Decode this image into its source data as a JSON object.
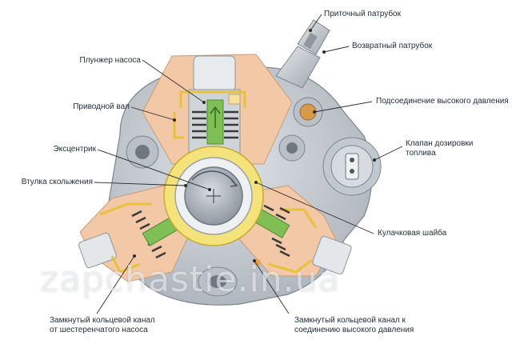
{
  "labels": {
    "inlet_fitting": "Приточный патрубок",
    "return_fitting": "Возвратный патрубок",
    "pump_plunger": "Плунжер насоса",
    "drive_shaft": "Приводной вал",
    "hp_connection": "Подсоединение высокого давления",
    "eccentric": "Эксцентрик",
    "metering_valve_line1": "Клапан дозировки",
    "metering_valve_line2": "топлива",
    "slide_bushing": "Втулка скольжения",
    "cam_washer": "Кулачковая шайба",
    "ring_channel_gear_line1": "Замкнутый кольцевой канал",
    "ring_channel_gear_line2": "от шестеренчатого насоса",
    "ring_channel_hp_line1": "Замкнутый кольцевой канал к",
    "ring_channel_hp_line2": "соединению высокого давления"
  },
  "watermark": "zapchastie.in.ua",
  "colors": {
    "housing": "#c7ccd2",
    "housing_dark": "#9aa2ab",
    "element_body": "#f2c8a6",
    "plunger_green": "#7fbf55",
    "fuel_yellow": "#e8c23a",
    "spring_dark": "#3a3a3a",
    "leader_line": "#2b2b2b"
  }
}
